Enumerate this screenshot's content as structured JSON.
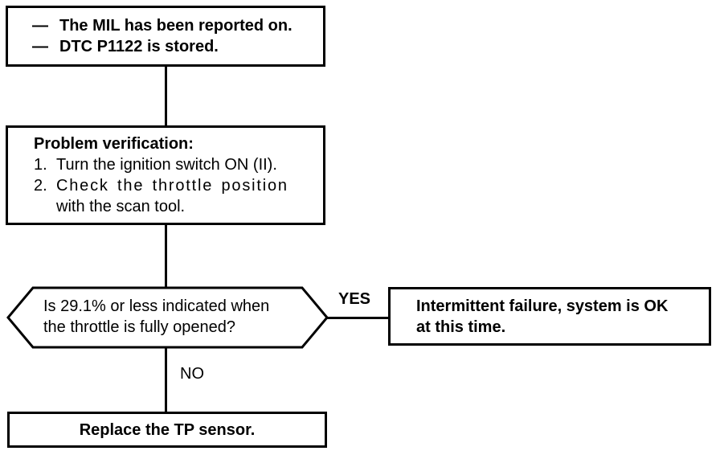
{
  "diagram": {
    "type": "troubleshooting-flowchart",
    "symptom": {
      "items": [
        {
          "bullet": "—",
          "text": "The MIL has been reported on."
        },
        {
          "bullet": "—",
          "text": "DTC P1122 is stored."
        }
      ]
    },
    "verification": {
      "title": "Problem verification:",
      "steps": [
        {
          "num": "1.",
          "lines": [
            "Turn the ignition switch ON (II)."
          ]
        },
        {
          "num": "2.",
          "lines": [
            "Check the throttle position",
            "with the scan tool."
          ]
        }
      ]
    },
    "decision": {
      "lines": [
        "Is 29.1% or less indicated when",
        "the throttle is fully opened?"
      ]
    },
    "branch_yes": {
      "label": "YES",
      "result_lines": [
        "Intermittent failure, system is OK",
        "at this time."
      ]
    },
    "branch_no": {
      "label": "NO",
      "action": "Replace the TP sensor."
    }
  },
  "colors": {
    "ink": "#000000",
    "paper": "#ffffff"
  }
}
